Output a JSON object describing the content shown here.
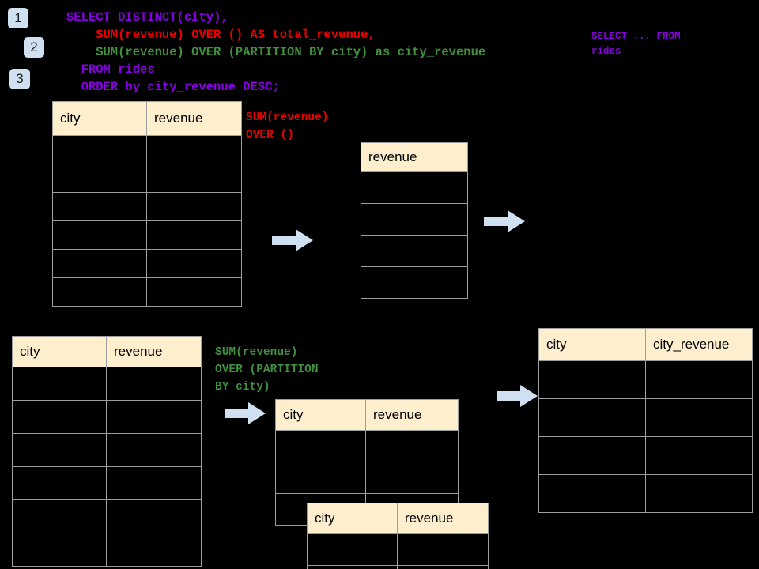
{
  "colors": {
    "background": "#000000",
    "header_fill": "#fdeecd",
    "grid_line": "#9d9d9d",
    "badge_fill": "#cfe0f2",
    "arrow_fill": "#cfe0f2",
    "purple": "#8a00e6",
    "red": "#ee0000",
    "green": "#3f8f3f"
  },
  "badges": [
    {
      "label": "1"
    },
    {
      "label": "2"
    },
    {
      "label": "3"
    }
  ],
  "query": {
    "line1": "SELECT DISTINCT(city),",
    "line2": "    SUM(revenue) OVER () AS total_revenue,",
    "line3": "    SUM(revenue) OVER (PARTITION BY city) as city_revenue",
    "line4": "  FROM rides",
    "line5": "  ORDER by city_revenue DESC;"
  },
  "side_note": {
    "line1": "SELECT ... FROM",
    "line2": "rides"
  },
  "annotations": {
    "total_revenue": "SUM(revenue)\nOVER ()",
    "city_revenue": "SUM(revenue)\nOVER (PARTITION\nBY city)"
  },
  "tables": {
    "rides_top": {
      "headers": [
        "city",
        "revenue"
      ],
      "row_count": 6
    },
    "total_revenue": {
      "headers": [
        "revenue"
      ],
      "row_count": 4
    },
    "rides_bottom": {
      "headers": [
        "city",
        "revenue"
      ],
      "row_count": 6
    },
    "partition_a": {
      "headers": [
        "city",
        "revenue"
      ],
      "row_count": 3
    },
    "partition_b": {
      "headers": [
        "city",
        "revenue"
      ],
      "row_count": 2
    },
    "result": {
      "headers": [
        "city",
        "city_revenue"
      ],
      "row_count": 4
    }
  },
  "arrows": [
    {
      "name": "arrow-top-left"
    },
    {
      "name": "arrow-top-right"
    },
    {
      "name": "arrow-bottom-left"
    },
    {
      "name": "arrow-bottom-right"
    }
  ]
}
